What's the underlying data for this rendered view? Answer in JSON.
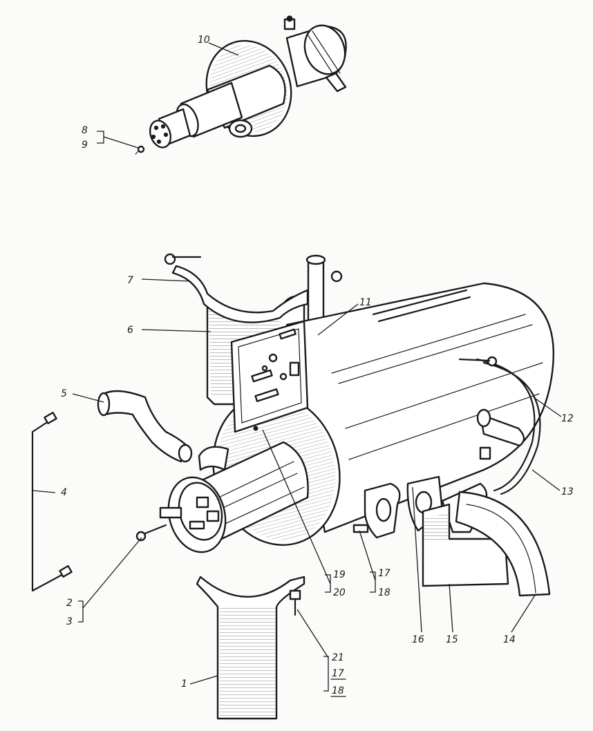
{
  "callouts": [
    {
      "text": "10"
    },
    {
      "text": "8"
    },
    {
      "text": "9"
    },
    {
      "text": "7"
    },
    {
      "text": "6"
    },
    {
      "text": "11"
    },
    {
      "text": "5"
    },
    {
      "text": "4"
    },
    {
      "text": "12"
    },
    {
      "text": "13"
    },
    {
      "text": "2"
    },
    {
      "text": "3"
    },
    {
      "text": "19"
    },
    {
      "text": "20"
    },
    {
      "text": "17"
    },
    {
      "text": "18"
    },
    {
      "text": "16"
    },
    {
      "text": "15"
    },
    {
      "text": "14"
    },
    {
      "text": "21"
    },
    {
      "text": "17"
    },
    {
      "text": "18"
    },
    {
      "text": "1"
    }
  ]
}
